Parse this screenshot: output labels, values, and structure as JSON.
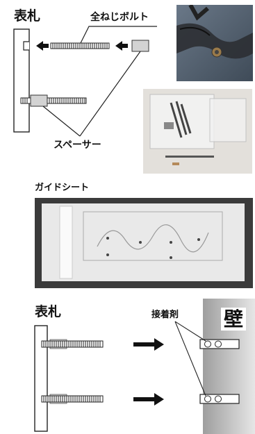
{
  "top_diagram": {
    "nameplate_label": "表札",
    "bolt_label": "全ねじボルト",
    "spacer_label": "スペーサー"
  },
  "guide_sheet": {
    "label": "ガイドシート"
  },
  "bottom_diagram": {
    "nameplate_label": "表札",
    "adhesive_label": "接着剤",
    "wall_label": "壁"
  },
  "colors": {
    "spacer_gray": "#d3d3d3",
    "wall_gray": "#bdbdbd",
    "photo_bg_top": "#53606e",
    "photo_bg_bag": "#d9d6d2",
    "photo_bg_sheet": "#3a3a3a"
  }
}
